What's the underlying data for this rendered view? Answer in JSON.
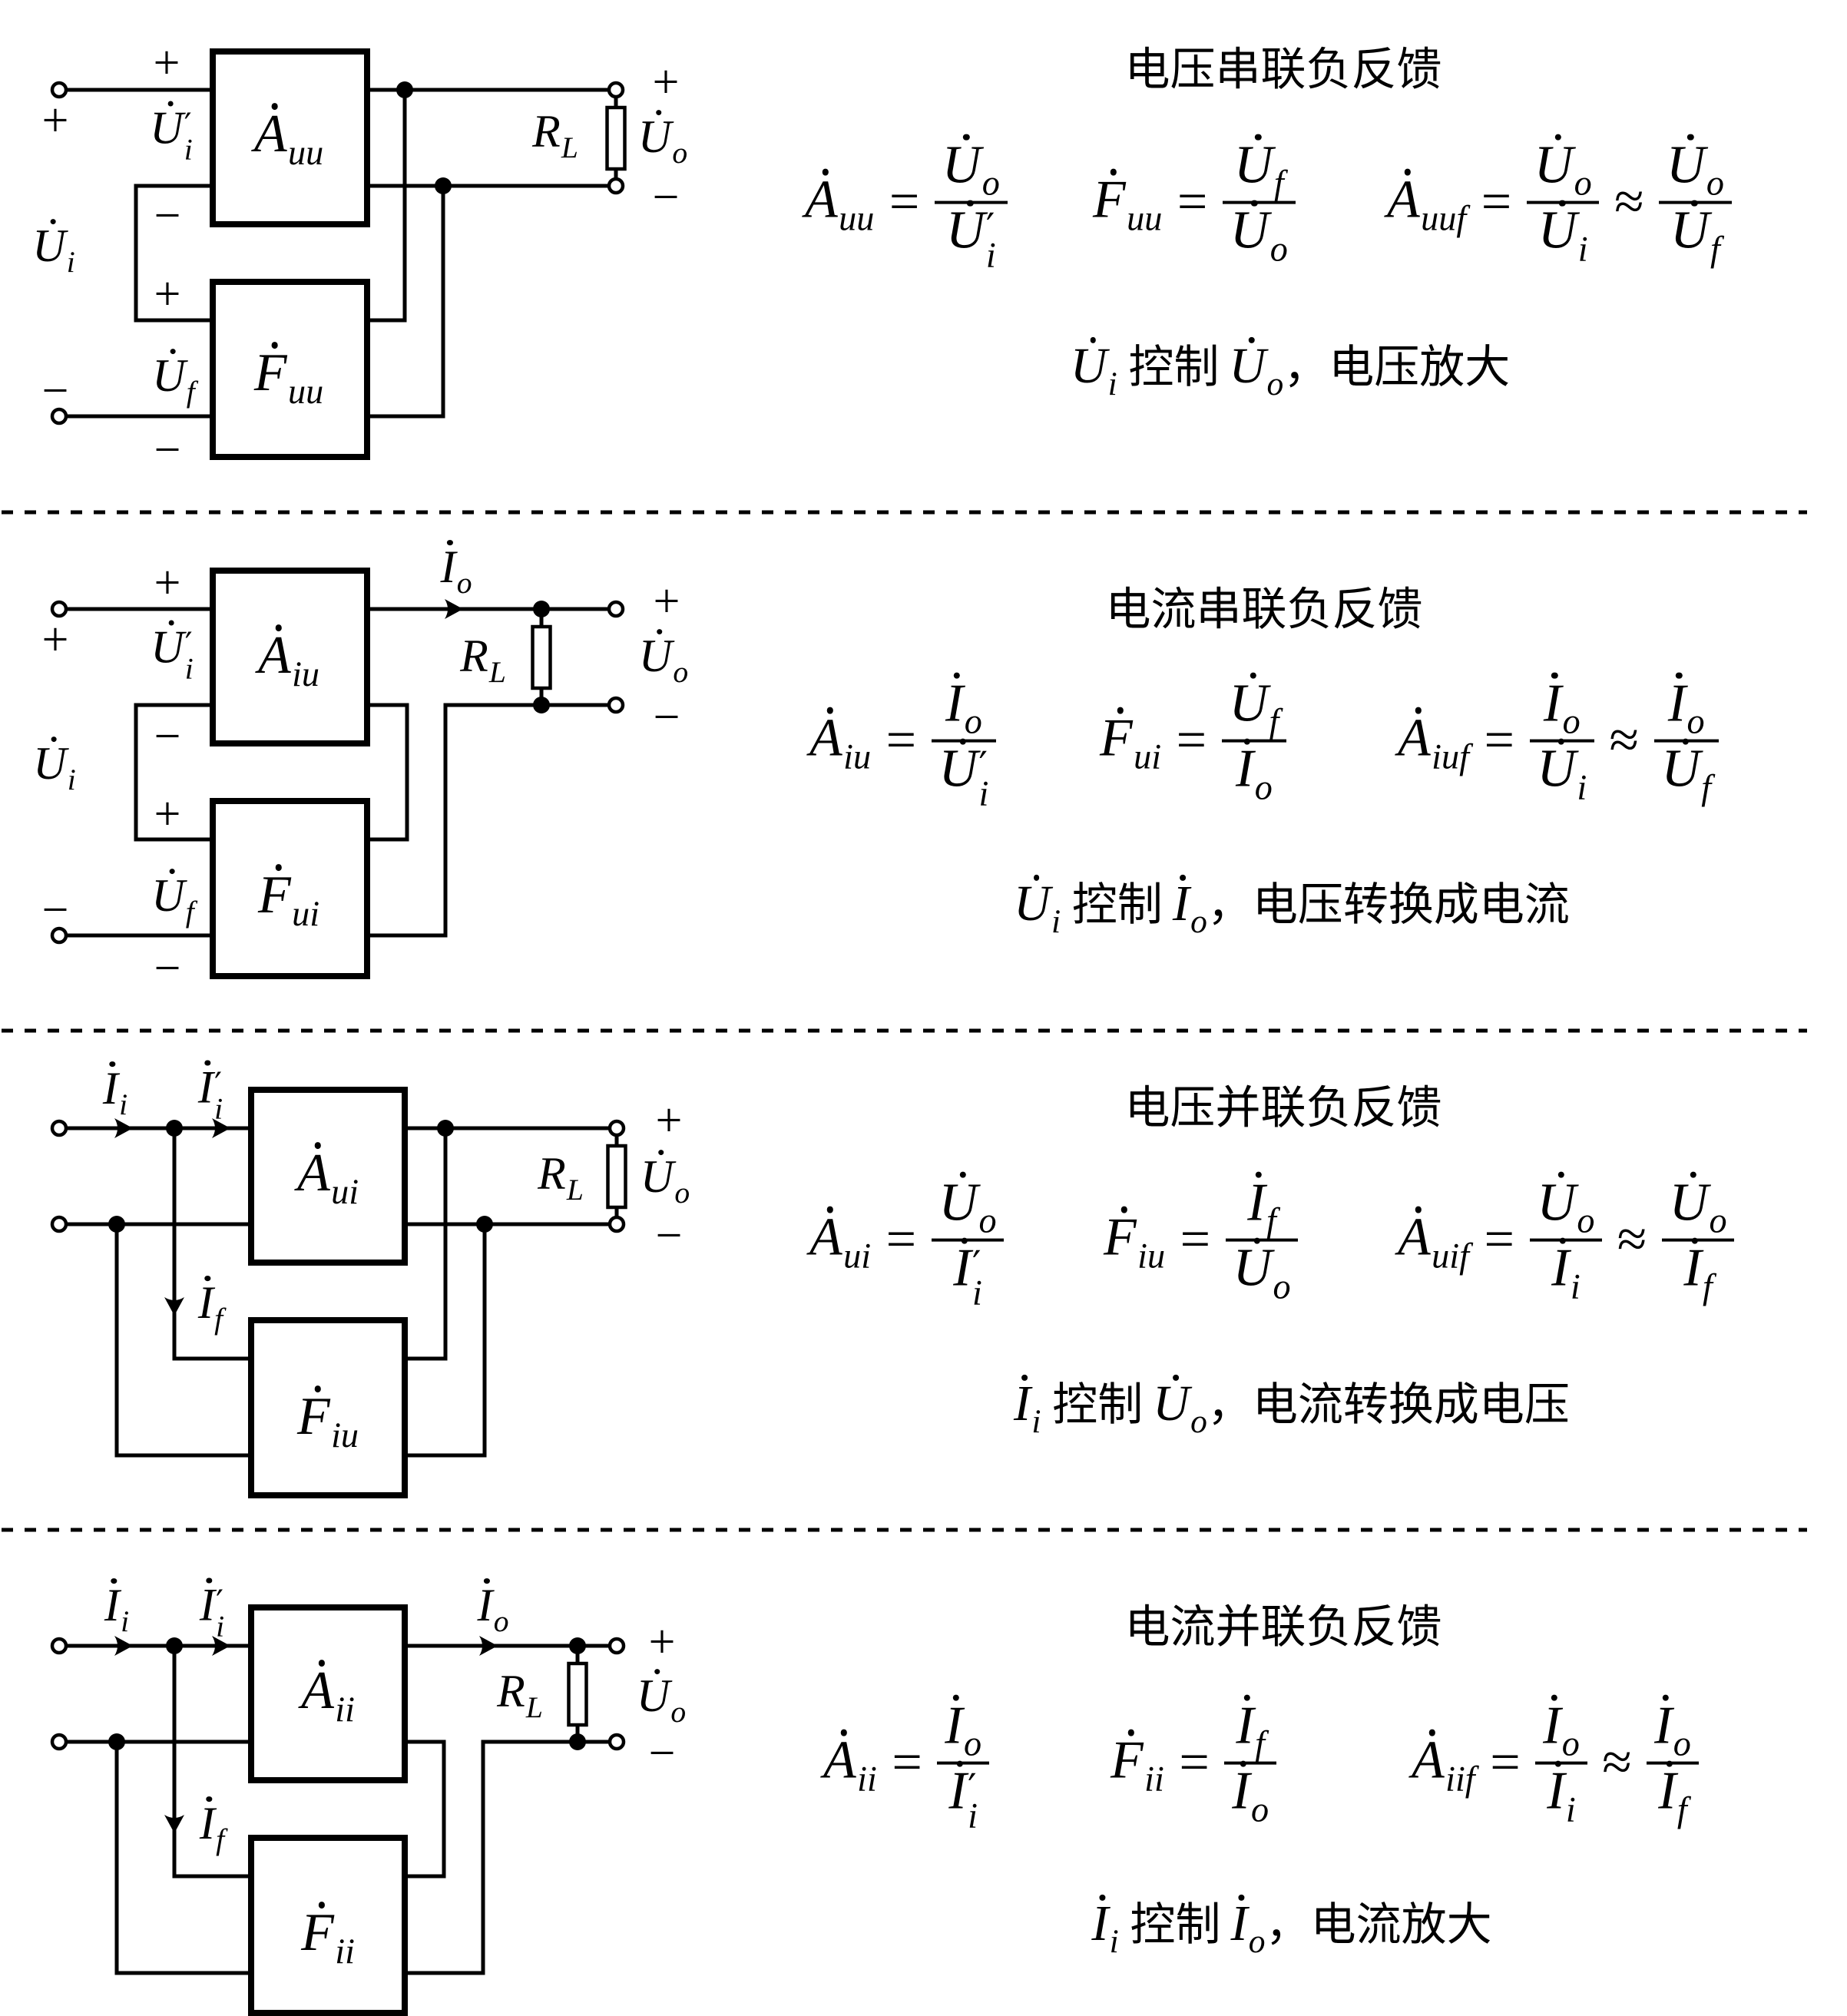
{
  "page": {
    "ink": "#000000",
    "background": "#ffffff"
  },
  "operators": {
    "equals": "=",
    "approx": "≈"
  },
  "sections": [
    {
      "title": "电压串联负反馈",
      "topology": {
        "input": "series",
        "output": "voltage"
      },
      "circuit": {
        "amplifier": {
          "base": "A",
          "sub": "uu",
          "dot": true
        },
        "feedback_network": {
          "base": "F",
          "sub": "uu",
          "dot": true
        },
        "input_signal": {
          "base": "U",
          "sub": "i",
          "dot": true
        },
        "net_input": {
          "base": "U",
          "sub": "i",
          "prime": "′",
          "dot": true
        },
        "feedback_signal": {
          "base": "U",
          "sub": "f",
          "dot": true
        },
        "load": {
          "base": "R",
          "sub": "L",
          "dot": false
        },
        "output_voltage": {
          "base": "U",
          "sub": "o",
          "dot": true
        },
        "polarity": {
          "input_plus": "+",
          "input_minus": "−",
          "net_plus": "+",
          "net_minus": "−",
          "feedback_plus": "+",
          "feedback_minus": "−",
          "output_plus": "+",
          "output_minus": "−"
        }
      },
      "formulas": {
        "open_loop_gain": {
          "lhs": {
            "base": "A",
            "sub": "uu",
            "dot": true
          },
          "numerator": {
            "base": "U",
            "sub": "o",
            "dot": true
          },
          "denominator": {
            "base": "U",
            "sub": "i",
            "prime": "′",
            "dot": true
          }
        },
        "feedback_factor": {
          "lhs": {
            "base": "F",
            "sub": "uu",
            "dot": true
          },
          "numerator": {
            "base": "U",
            "sub": "f",
            "dot": true
          },
          "denominator": {
            "base": "U",
            "sub": "o",
            "dot": true
          }
        },
        "closed_loop_gain": {
          "lhs": {
            "base": "A",
            "sub": "uuf",
            "dot": true
          },
          "numerator": {
            "base": "U",
            "sub": "o",
            "dot": true
          },
          "denominator": {
            "base": "U",
            "sub": "i",
            "dot": true
          },
          "approx_numerator": {
            "base": "U",
            "sub": "o",
            "dot": true
          },
          "approx_denominator": {
            "base": "U",
            "sub": "f",
            "dot": true
          }
        }
      },
      "caption": {
        "source": {
          "base": "U",
          "sub": "i",
          "dot": true
        },
        "verb": "控制",
        "target": {
          "base": "U",
          "sub": "o",
          "dot": true
        },
        "description": "，电压放大"
      }
    },
    {
      "title": "电流串联负反馈",
      "topology": {
        "input": "series",
        "output": "current"
      },
      "circuit": {
        "amplifier": {
          "base": "A",
          "sub": "iu",
          "dot": true
        },
        "feedback_network": {
          "base": "F",
          "sub": "ui",
          "dot": true
        },
        "input_signal": {
          "base": "U",
          "sub": "i",
          "dot": true
        },
        "net_input": {
          "base": "U",
          "sub": "i",
          "prime": "′",
          "dot": true
        },
        "feedback_signal": {
          "base": "U",
          "sub": "f",
          "dot": true
        },
        "output_current": {
          "base": "I",
          "sub": "o",
          "dot": true
        },
        "load": {
          "base": "R",
          "sub": "L",
          "dot": false
        },
        "output_voltage": {
          "base": "U",
          "sub": "o",
          "dot": true
        },
        "polarity": {
          "input_plus": "+",
          "input_minus": "−",
          "net_plus": "+",
          "net_minus": "−",
          "feedback_plus": "+",
          "feedback_minus": "−",
          "output_plus": "+",
          "output_minus": "−"
        }
      },
      "formulas": {
        "open_loop_gain": {
          "lhs": {
            "base": "A",
            "sub": "iu",
            "dot": true
          },
          "numerator": {
            "base": "I",
            "sub": "o",
            "dot": true
          },
          "denominator": {
            "base": "U",
            "sub": "i",
            "prime": "′",
            "dot": true
          }
        },
        "feedback_factor": {
          "lhs": {
            "base": "F",
            "sub": "ui",
            "dot": true
          },
          "numerator": {
            "base": "U",
            "sub": "f",
            "dot": true
          },
          "denominator": {
            "base": "I",
            "sub": "o",
            "dot": true
          }
        },
        "closed_loop_gain": {
          "lhs": {
            "base": "A",
            "sub": "iuf",
            "dot": true
          },
          "numerator": {
            "base": "I",
            "sub": "o",
            "dot": true
          },
          "denominator": {
            "base": "U",
            "sub": "i",
            "dot": true
          },
          "approx_numerator": {
            "base": "I",
            "sub": "o",
            "dot": true
          },
          "approx_denominator": {
            "base": "U",
            "sub": "f",
            "dot": true
          }
        }
      },
      "caption": {
        "source": {
          "base": "U",
          "sub": "i",
          "dot": true
        },
        "verb": "控制",
        "target": {
          "base": "I",
          "sub": "o",
          "dot": true
        },
        "description": "，电压转换成电流"
      }
    },
    {
      "title": "电压并联负反馈",
      "topology": {
        "input": "shunt",
        "output": "voltage"
      },
      "circuit": {
        "amplifier": {
          "base": "A",
          "sub": "ui",
          "dot": true
        },
        "feedback_network": {
          "base": "F",
          "sub": "iu",
          "dot": true
        },
        "input_signal": {
          "base": "I",
          "sub": "i",
          "dot": true
        },
        "net_input": {
          "base": "I",
          "sub": "i",
          "prime": "′",
          "dot": true
        },
        "feedback_signal": {
          "base": "I",
          "sub": "f",
          "dot": true
        },
        "load": {
          "base": "R",
          "sub": "L",
          "dot": false
        },
        "output_voltage": {
          "base": "U",
          "sub": "o",
          "dot": true
        },
        "polarity": {
          "output_plus": "+",
          "output_minus": "−"
        }
      },
      "formulas": {
        "open_loop_gain": {
          "lhs": {
            "base": "A",
            "sub": "ui",
            "dot": true
          },
          "numerator": {
            "base": "U",
            "sub": "o",
            "dot": true
          },
          "denominator": {
            "base": "I",
            "sub": "i",
            "prime": "′",
            "dot": true
          }
        },
        "feedback_factor": {
          "lhs": {
            "base": "F",
            "sub": "iu",
            "dot": true
          },
          "numerator": {
            "base": "I",
            "sub": "f",
            "dot": true
          },
          "denominator": {
            "base": "U",
            "sub": "o",
            "dot": true
          }
        },
        "closed_loop_gain": {
          "lhs": {
            "base": "A",
            "sub": "uif",
            "dot": true
          },
          "numerator": {
            "base": "U",
            "sub": "o",
            "dot": true
          },
          "denominator": {
            "base": "I",
            "sub": "i",
            "dot": true
          },
          "approx_numerator": {
            "base": "U",
            "sub": "o",
            "dot": true
          },
          "approx_denominator": {
            "base": "I",
            "sub": "f",
            "dot": true
          }
        }
      },
      "caption": {
        "source": {
          "base": "I",
          "sub": "i",
          "dot": true
        },
        "verb": "控制",
        "target": {
          "base": "U",
          "sub": "o",
          "dot": true
        },
        "description": "，电流转换成电压"
      }
    },
    {
      "title": "电流并联负反馈",
      "topology": {
        "input": "shunt",
        "output": "current"
      },
      "circuit": {
        "amplifier": {
          "base": "A",
          "sub": "ii",
          "dot": true
        },
        "feedback_network": {
          "base": "F",
          "sub": "ii",
          "dot": true
        },
        "input_signal": {
          "base": "I",
          "sub": "i",
          "dot": true
        },
        "net_input": {
          "base": "I",
          "sub": "i",
          "prime": "′",
          "dot": true
        },
        "feedback_signal": {
          "base": "I",
          "sub": "f",
          "dot": true
        },
        "output_current": {
          "base": "I",
          "sub": "o",
          "dot": true
        },
        "load": {
          "base": "R",
          "sub": "L",
          "dot": false
        },
        "output_voltage": {
          "base": "U",
          "sub": "o",
          "dot": true
        },
        "polarity": {
          "output_plus": "+",
          "output_minus": "−"
        }
      },
      "formulas": {
        "open_loop_gain": {
          "lhs": {
            "base": "A",
            "sub": "ii",
            "dot": true
          },
          "numerator": {
            "base": "I",
            "sub": "o",
            "dot": true
          },
          "denominator": {
            "base": "I",
            "sub": "i",
            "prime": "′",
            "dot": true
          }
        },
        "feedback_factor": {
          "lhs": {
            "base": "F",
            "sub": "ii",
            "dot": true
          },
          "numerator": {
            "base": "I",
            "sub": "f",
            "dot": true
          },
          "denominator": {
            "base": "I",
            "sub": "o",
            "dot": true
          }
        },
        "closed_loop_gain": {
          "lhs": {
            "base": "A",
            "sub": "iif",
            "dot": true
          },
          "numerator": {
            "base": "I",
            "sub": "o",
            "dot": true
          },
          "denominator": {
            "base": "I",
            "sub": "i",
            "dot": true
          },
          "approx_numerator": {
            "base": "I",
            "sub": "o",
            "dot": true
          },
          "approx_denominator": {
            "base": "I",
            "sub": "f",
            "dot": true
          }
        }
      },
      "caption": {
        "source": {
          "base": "I",
          "sub": "i",
          "dot": true
        },
        "verb": "控制",
        "target": {
          "base": "I",
          "sub": "o",
          "dot": true
        },
        "description": "，电流放大"
      }
    }
  ]
}
